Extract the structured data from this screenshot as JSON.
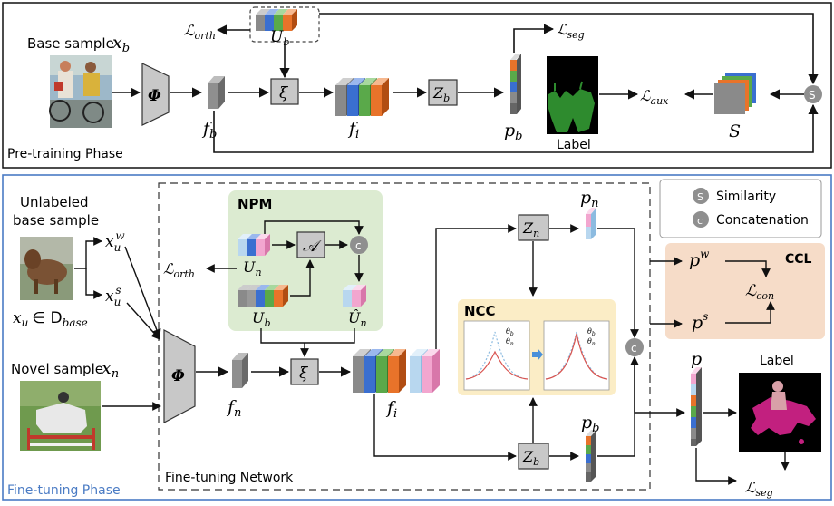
{
  "top": {
    "base_sample_label": "Base sample",
    "base_sample_sym": "x",
    "base_sample_sub": "b",
    "phi": "Φ",
    "f_b": "f",
    "f_b_sub": "b",
    "xi": "ξ",
    "f_i": "f",
    "f_i_sub": "i",
    "z_b": "Z",
    "z_b_sub": "b",
    "p_b": "p",
    "p_b_sub": "b",
    "u_b": "U",
    "u_b_sub": "b",
    "l_orth": "ℒ",
    "l_orth_sub": "orth",
    "l_seg": "ℒ",
    "l_seg_sub": "seg",
    "l_aux": "ℒ",
    "l_aux_sub": "aux",
    "label_caption": "Label",
    "s_label": "S",
    "sim_node": "S",
    "phase_title": "Pre-training Phase"
  },
  "bottom": {
    "unlabeled_line1": "Unlabeled",
    "unlabeled_line2": "base sample",
    "x_u_w": "x",
    "x_u_w_sub": "u",
    "x_u_w_sup": "w",
    "x_u_s": "x",
    "x_u_s_sub": "u",
    "x_u_s_sup": "s",
    "x_u_domain": "x",
    "x_u_domain_sub": "u",
    "x_u_domain_rest": "∈ D",
    "x_u_domain_rest_sub": "base",
    "novel_label": "Novel sample",
    "novel_sym": "x",
    "novel_sub": "n",
    "phi": "Φ",
    "f_n": "f",
    "f_n_sub": "n",
    "xi": "ξ",
    "f_i": "f",
    "f_i_sub": "i",
    "npm_title": "NPM",
    "u_n": "U",
    "u_n_sub": "n",
    "u_b": "U",
    "u_b_sub": "b",
    "u_n_hat": "Û",
    "u_n_hat_sub": "n",
    "a_node": "𝒜",
    "concat_node": "c",
    "l_orth": "ℒ",
    "l_orth_sub": "orth",
    "z_n": "Z",
    "z_n_sub": "n",
    "z_b": "Z",
    "z_b_sub": "b",
    "p_n": "p",
    "p_n_sub": "n",
    "p_b": "p",
    "p_b_sub": "b",
    "ncc_title": "NCC",
    "ncc_legend_b": "θ",
    "ncc_legend_b_sub": "b",
    "ncc_legend_n": "θ",
    "ncc_legend_n_sub": "n",
    "legend_similarity": "Similarity",
    "legend_concatenation": "Concatenation",
    "legend_s": "S",
    "legend_c": "c",
    "ccl_title": "CCL",
    "p_w": "p",
    "p_w_sup": "w",
    "p_s": "p",
    "p_s_sup": "s",
    "l_con": "ℒ",
    "l_con_sub": "con",
    "p": "p",
    "label_caption": "Label",
    "l_seg": "ℒ",
    "l_seg_sub": "seg",
    "network_label": "Fine-tuning Network",
    "phase_title": "Fine-tuning Phase"
  },
  "colors": {
    "gray": "#8a8a8a",
    "blue": "#3a6fd0",
    "green": "#5aa94a",
    "orange": "#e8732a",
    "pink": "#f2a6cf",
    "lightblue": "#b8d7ef",
    "npm_bg": "#dcebd1",
    "ncc_bg": "#fbedc6",
    "ccl_bg": "#f6dcc8",
    "frame_blue": "#4a7bc4"
  }
}
